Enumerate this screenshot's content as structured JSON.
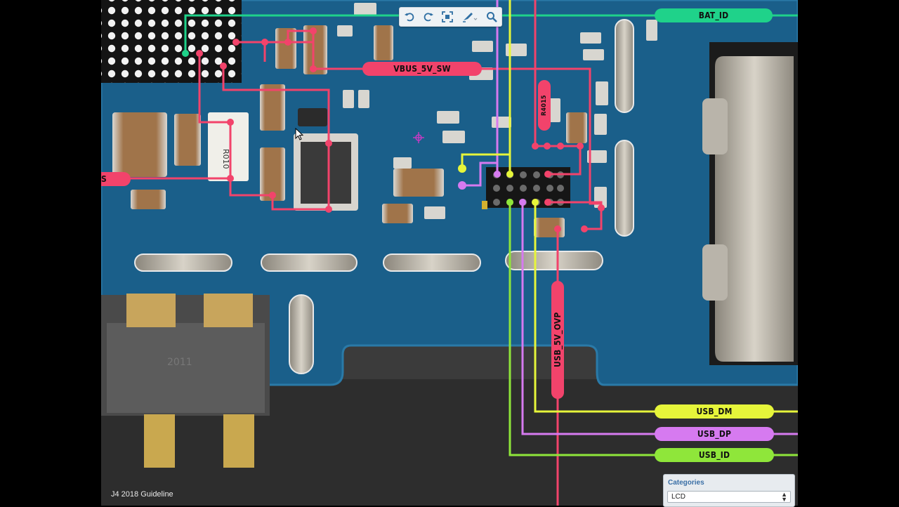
{
  "toolbar": {
    "tools": [
      {
        "name": "rotate-left-icon"
      },
      {
        "name": "rotate-right-icon"
      },
      {
        "name": "fit-screen-icon"
      },
      {
        "name": "highlight-tool-icon"
      },
      {
        "name": "search-icon"
      }
    ]
  },
  "nets": {
    "bat_id": "BAT_ID",
    "vbus_5v_sw": "VBUS_5V_SW",
    "usb_5v_ovp": "USB_5V_OVP",
    "usb_dm": "USB_DM",
    "usb_dp": "USB_DP",
    "usb_id": "USB_ID",
    "r4015": "R4015",
    "left_label": "S"
  },
  "silkscreen": {
    "r010": "R010",
    "conn": "2011"
  },
  "footer": {
    "doc_title": "J4 2018 Guideline"
  },
  "categories": {
    "label": "Categories",
    "selected": "LCD"
  },
  "colors": {
    "bat_id": "#1fd28a",
    "vbus": "#f2436b",
    "usb_dm": "#e6f53a",
    "usb_dp": "#d67af0",
    "usb_id": "#8fe63a",
    "pcb": "#1a5f8a"
  }
}
